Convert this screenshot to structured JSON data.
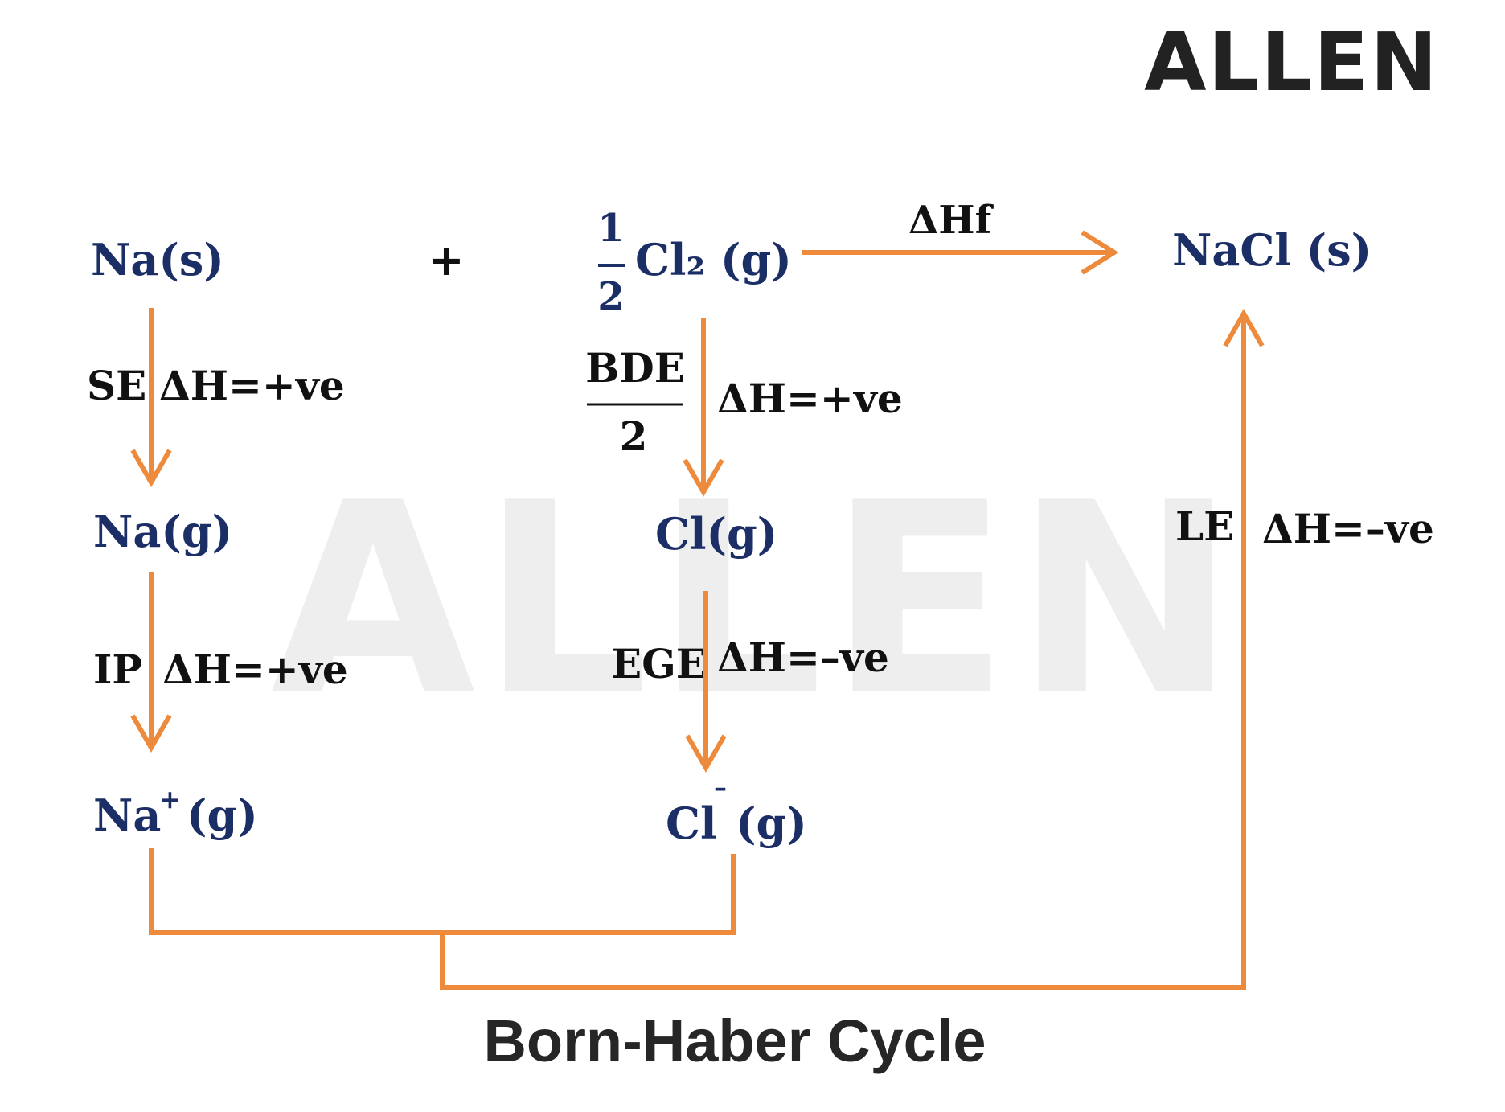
{
  "logo": {
    "text": "ALLEN",
    "watermark_text": "ALLEN"
  },
  "title": "Born-Haber Cycle",
  "colors": {
    "arrow": "#ee8a3c",
    "species": "#1b2f66",
    "label": "#111111",
    "title": "#262626",
    "watermark": "#eeeeee"
  },
  "species": {
    "na_s": "Na(s)",
    "plus": "+",
    "half_num": "1",
    "half_den": "2",
    "cl2_g": "Cl₂ (g)",
    "nacl_s": "NaCl (s)",
    "na_g": "Na(g)",
    "cl_g": "Cl(g)",
    "na_plus_base": "Na",
    "na_plus_charge": "+",
    "na_plus_state": "(g)",
    "cl_minus_base": "Cl",
    "cl_minus_charge": "–",
    "cl_minus_state": "(g)"
  },
  "steps": {
    "formation": {
      "label": "ΔHf"
    },
    "sublimation": {
      "name": "SE",
      "enthalpy": "ΔH=+ve"
    },
    "ionization": {
      "name": "IP",
      "enthalpy": "ΔH=+ve"
    },
    "dissociation": {
      "name_num": "BDE",
      "name_den": "2",
      "enthalpy": "ΔH=+ve"
    },
    "electron_gain": {
      "name": "EGE",
      "enthalpy": "ΔH=–ve"
    },
    "lattice": {
      "name": "LE",
      "enthalpy": "ΔH=–ve"
    }
  }
}
